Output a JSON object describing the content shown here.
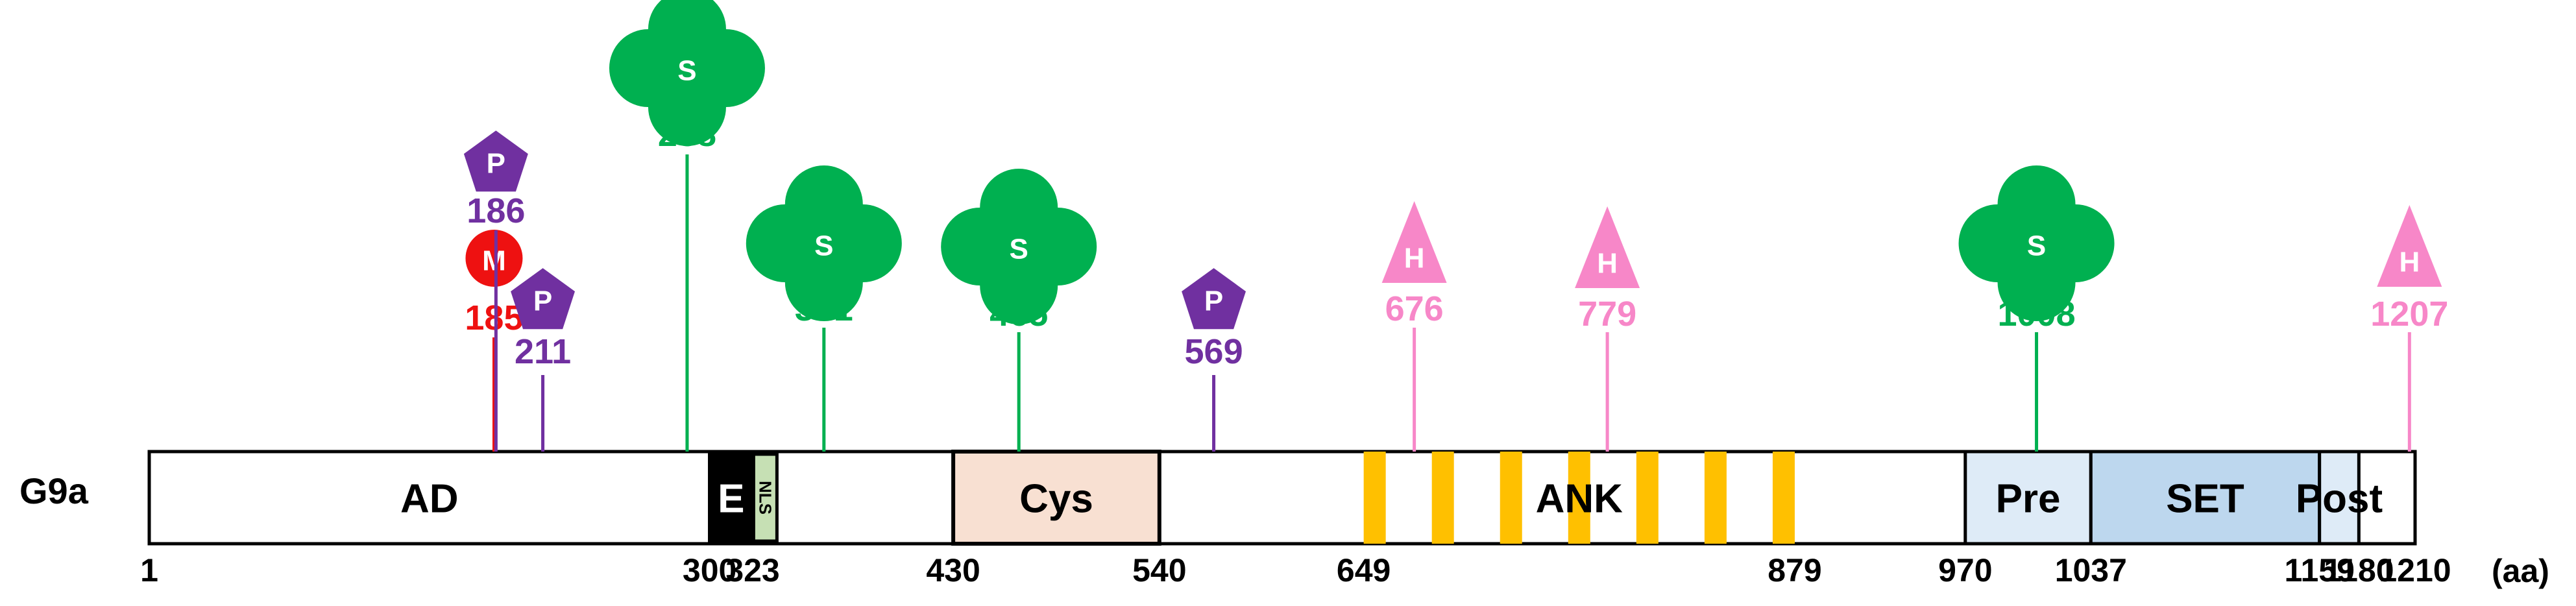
{
  "protein": {
    "name": "G9a",
    "unit": "(aa)",
    "length": 1210
  },
  "colors": {
    "methylation": "#ee1111",
    "phosphorylation": "#7030a0",
    "sumoylation": "#00b050",
    "hydroxylation": "#f787c8",
    "backbone_stroke": "#000000",
    "ank_repeat": "#ffc000"
  },
  "domains": [
    {
      "id": "ad",
      "label": "AD",
      "start": 1,
      "end": 300,
      "fill": "#ffffff",
      "text_color": "#000000"
    },
    {
      "id": "e",
      "label": "E",
      "start": 300,
      "end": 323,
      "fill": "#000000",
      "text_color": "#ffffff"
    },
    {
      "id": "nls",
      "label": "NLS",
      "start": 329,
      "end": 331,
      "fill": "#c6e0b4",
      "text_color": "#000000",
      "rotated": true
    },
    {
      "id": "cys",
      "label": "Cys",
      "start": 430,
      "end": 540,
      "fill": "#f8e0d2",
      "text_color": "#000000"
    },
    {
      "id": "pre",
      "label": "Pre",
      "start": 970,
      "end": 1037,
      "fill": "#deebf7",
      "text_color": "#000000"
    },
    {
      "id": "set",
      "label": "SET",
      "start": 1037,
      "end": 1159,
      "fill": "#bdd7ee",
      "text_color": "#000000"
    },
    {
      "id": "post",
      "label": "Post",
      "start": 1159,
      "end": 1180,
      "fill": "#deebf7",
      "text_color": "#000000"
    }
  ],
  "ank": {
    "label": "ANK",
    "repeat_count": 7
  },
  "tick_labels": [
    "1",
    "300",
    "323",
    "430",
    "540",
    "649",
    "879",
    "970",
    "1037",
    "1159",
    "1180",
    "1210"
  ],
  "modifications": [
    {
      "type": "methylation",
      "symbol": "M",
      "position": "185"
    },
    {
      "type": "phosphorylation",
      "symbol": "P",
      "position": "186"
    },
    {
      "type": "phosphorylation",
      "symbol": "P",
      "position": "211"
    },
    {
      "type": "sumoylation",
      "symbol": "S",
      "position": "288"
    },
    {
      "type": "sumoylation",
      "symbol": "S",
      "position": "361"
    },
    {
      "type": "sumoylation",
      "symbol": "S",
      "position": "465"
    },
    {
      "type": "phosphorylation",
      "symbol": "P",
      "position": "569"
    },
    {
      "type": "hydroxylation",
      "symbol": "H",
      "position": "676"
    },
    {
      "type": "hydroxylation",
      "symbol": "H",
      "position": "779"
    },
    {
      "type": "sumoylation",
      "symbol": "S",
      "position": "1008"
    },
    {
      "type": "hydroxylation",
      "symbol": "H",
      "position": "1207"
    }
  ]
}
